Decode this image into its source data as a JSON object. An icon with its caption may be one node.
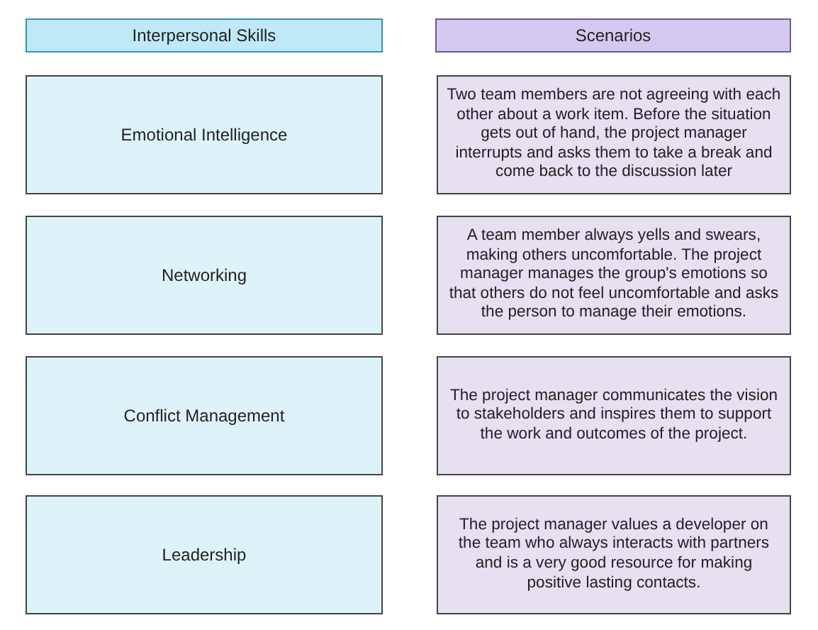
{
  "diagram": {
    "nodes": [
      {
        "text": [
          "Interpersonal Skills"
        ]
      },
      {
        "text": [
          "Scenarios"
        ]
      },
      {
        "text": [
          "Emotional Intelligence"
        ]
      },
      {
        "text": [
          "Two team members are not agreeing with each other about a work item. Before the situation gets out of hand, the project manager interrupts and asks them to take a break and come back to the discussion later"
        ]
      },
      {
        "text": [
          "Networking"
        ]
      },
      {
        "text": [
          "A team member always yells and swears, making others uncomfortable. The project manager manages the group's emotions so that others do not feel uncomfortable and asks the person to manage their emotions."
        ]
      },
      {
        "text": [
          "Conflict Management"
        ]
      },
      {
        "text": [
          "The project manager communicates the vision to stakeholders and inspires them to support the work and outcomes of the project."
        ]
      },
      {
        "text": [
          "Leadership"
        ]
      },
      {
        "text": [
          "The project manager values a developer on the team who always interacts with partners and is a very good resource for making positive lasting contacts."
        ]
      }
    ],
    "edges": []
  }
}
